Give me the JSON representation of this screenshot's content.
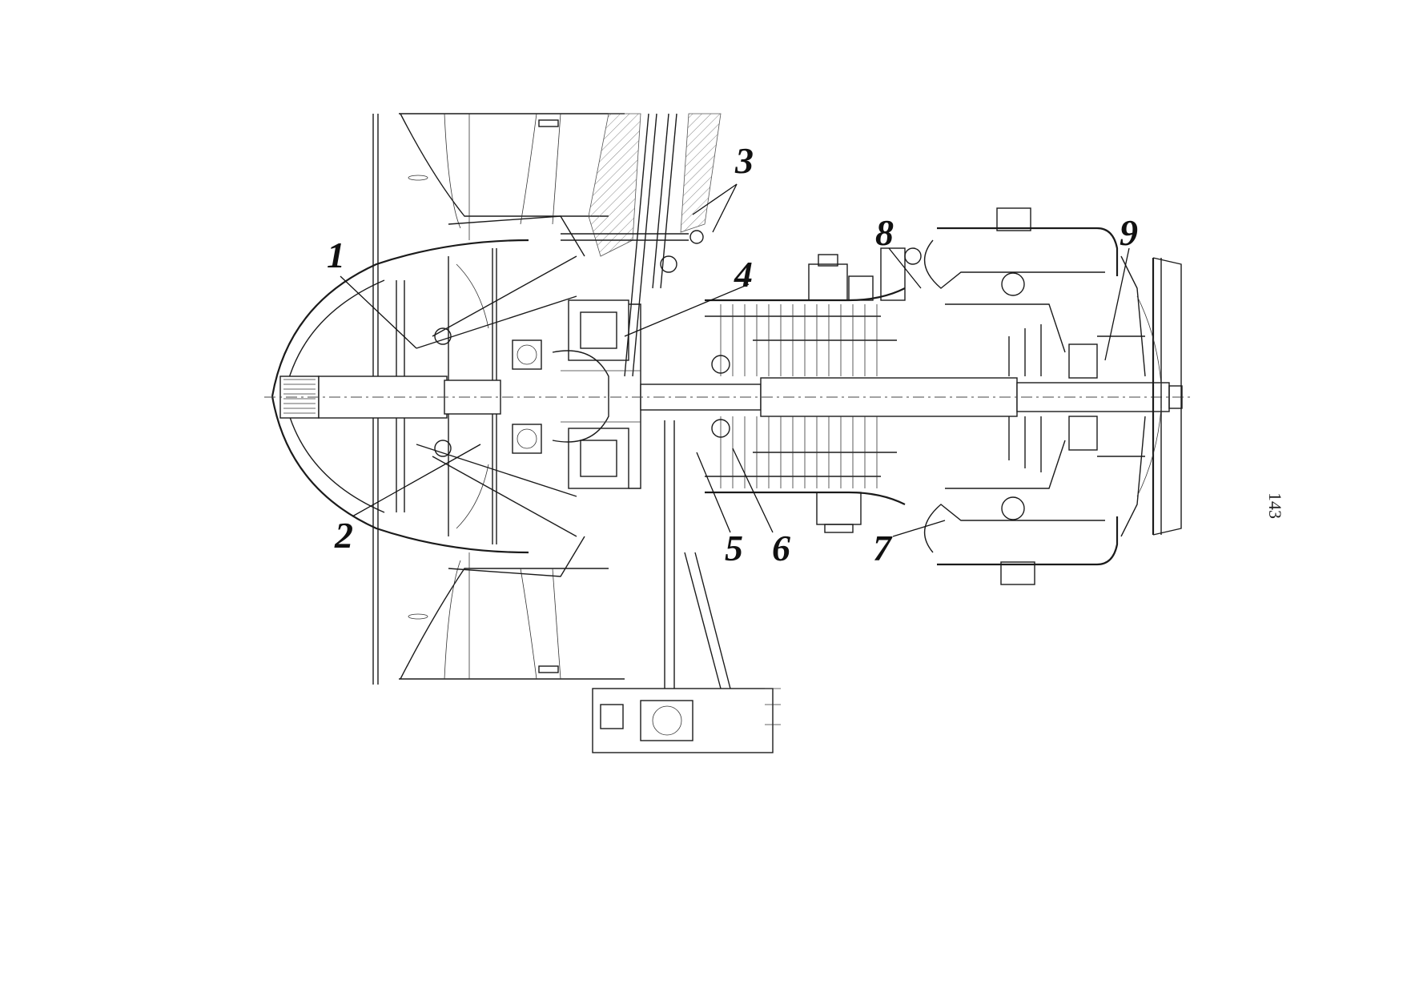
{
  "page_number": "143",
  "callouts": [
    {
      "id": "1",
      "label": "1"
    },
    {
      "id": "2",
      "label": "2"
    },
    {
      "id": "3",
      "label": "3"
    },
    {
      "id": "4",
      "label": "4"
    },
    {
      "id": "5",
      "label": "5"
    },
    {
      "id": "6",
      "label": "6"
    },
    {
      "id": "7",
      "label": "7"
    },
    {
      "id": "8",
      "label": "8"
    },
    {
      "id": "9",
      "label": "9"
    }
  ]
}
